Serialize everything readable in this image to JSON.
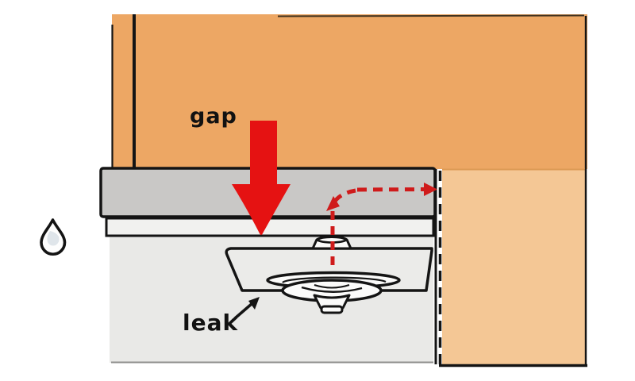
{
  "diagram": {
    "kind": "hand-drawn sink leak illustration",
    "labels": {
      "gap": "gap",
      "leak": "leak"
    },
    "icons": {
      "water_drop": "water-drop-icon"
    },
    "colors": {
      "wall_orange": "#eda764",
      "side_panel_orange": "#f4c795",
      "countertop_gray": "#c9c8c6",
      "sink_rim_white": "#f1f1ef",
      "cabinet_interior_gray": "#e9e9e7",
      "sink_pan_gray": "#ebebe9",
      "outline_black": "#141414",
      "arrow_red": "#e51212",
      "dashed_red": "#cf1b1b",
      "drop_fill": "#fdfdfd",
      "drop_inner": "#dbe2e8",
      "panel_edge_orange": "#dd9a55",
      "floor_line_gray": "#8f8f8d"
    }
  }
}
